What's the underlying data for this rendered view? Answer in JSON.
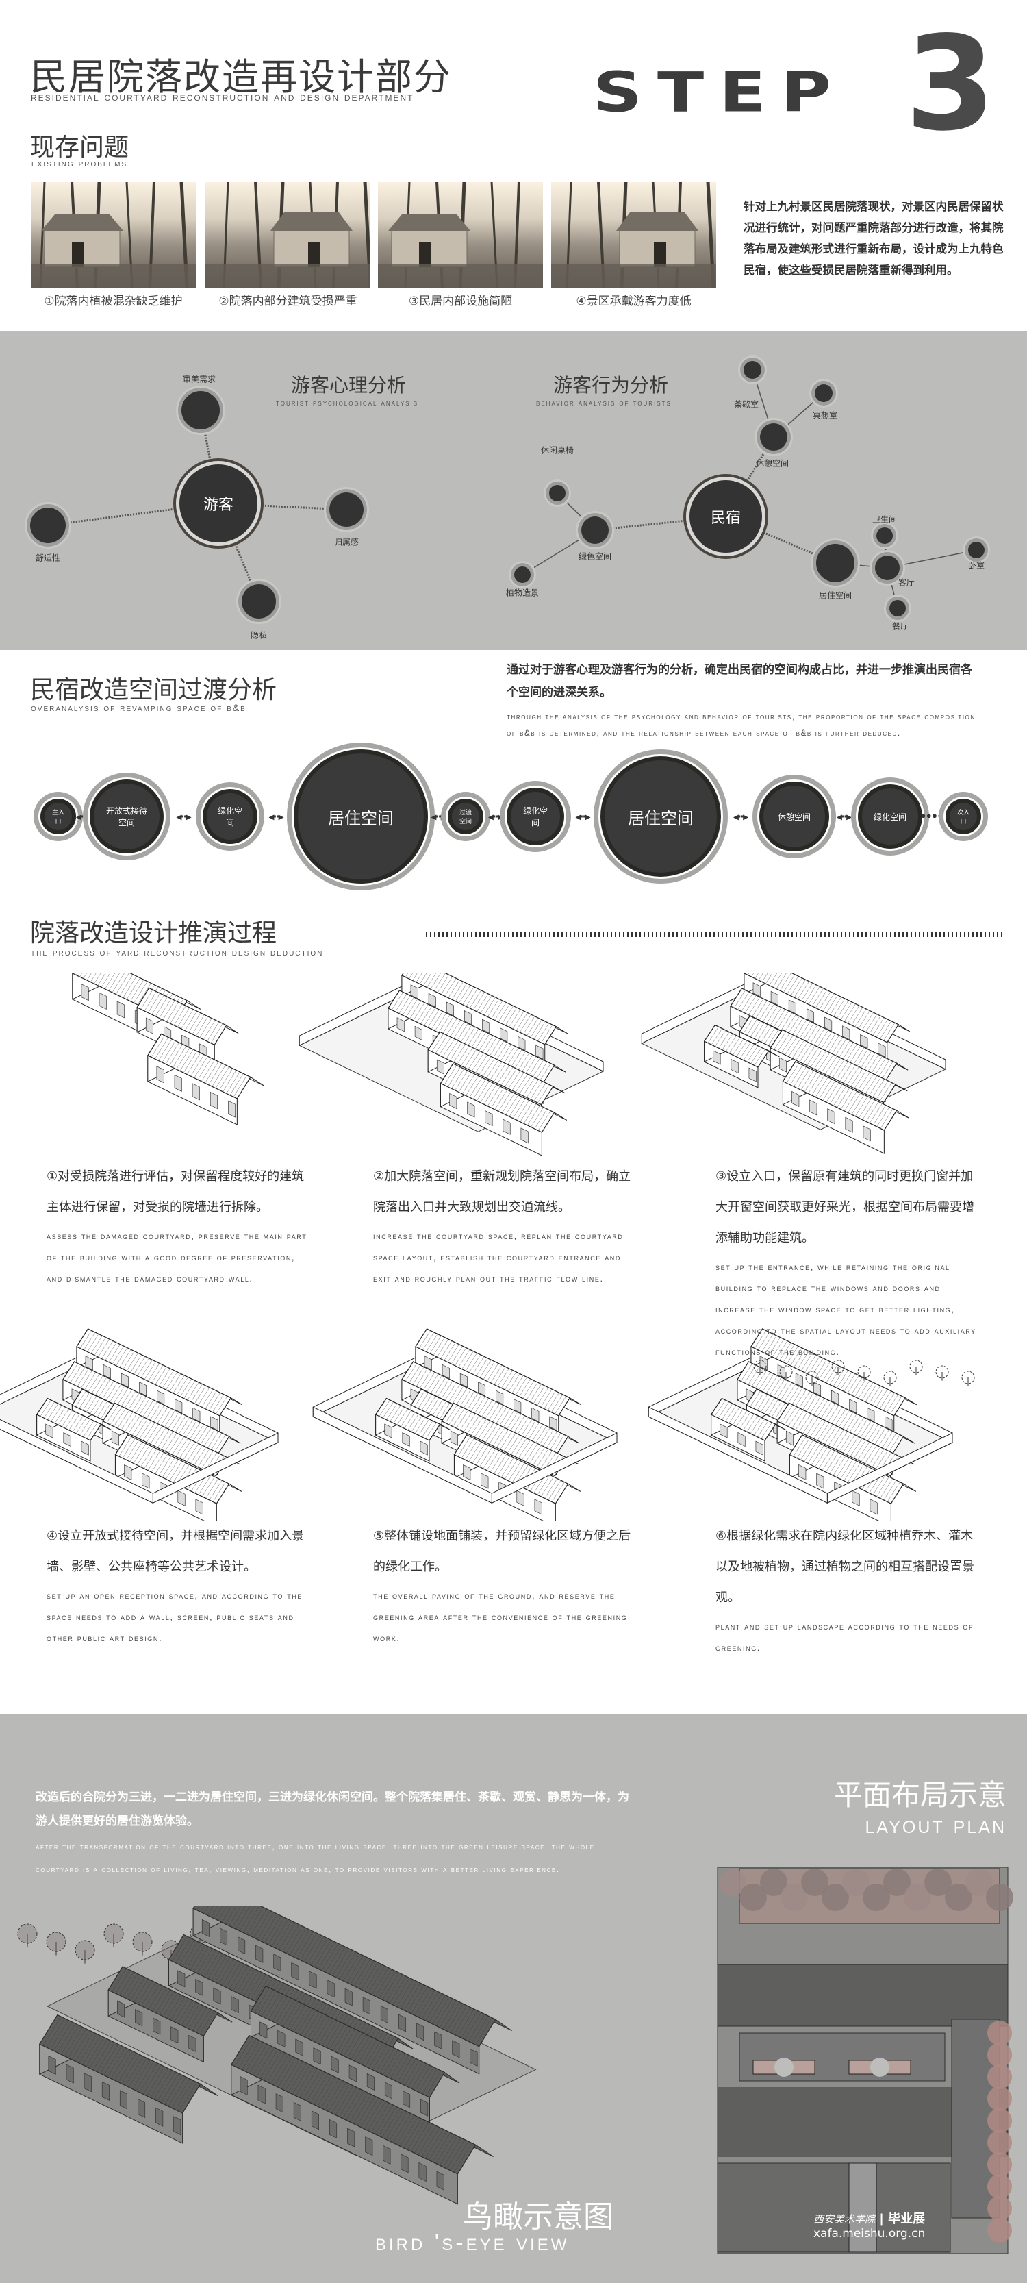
{
  "header": {
    "title": "民居院落改造再设计部分",
    "subtitle": "Residential courtyard reconstruction and design department",
    "step_word": "STEP",
    "step_number": "3"
  },
  "existing": {
    "title": "现存问题",
    "subtitle": "Existing problems",
    "captions": [
      "①院落内植被混杂缺乏维护",
      "②院落内部分建筑受损严重",
      "③民居内部设施简陋",
      "④景区承载游客力度低"
    ],
    "description": "针对上九村景区民居院落现状，对景区内民居保留状况进行统计，对问题严重院落部分进行改造，将其院落布局及建筑形式进行重新布局，设计成为上九特色民宿，使这些受损民居院落重新得到利用。"
  },
  "psychology": {
    "title": "游客心理分析",
    "subtitle": "Tourist psychological analysis",
    "center": "游客",
    "nodes": [
      "审美需求",
      "舒适性",
      "归属感",
      "隐私"
    ]
  },
  "behavior": {
    "title": "游客行为分析",
    "subtitle": "Behavior analysis of tourists",
    "center": "民宿",
    "nodes": [
      "茶歇室",
      "冥想室",
      "休憩空间",
      "休闲桌椅",
      "绿色空间",
      "植物造景",
      "居住空间",
      "卫生间",
      "客厅",
      "卧室",
      "餐厅"
    ]
  },
  "transition": {
    "title": "民宿改造空间过渡分析",
    "subtitle": "Overanalysis of revamping space of B&B",
    "desc_cn": "通过对于游客心理及游客行为的分析，确定出民宿的空间构成占比，并进一步推演出民宿各个空间的进深关系。",
    "desc_en": "Through the analysis of the psychology and behavior of tourists, the proportion of the space composition of B&B is determined, and the relationship between each space of B&B is further deduced.",
    "circles": [
      "主入口",
      "开放式接待空间",
      "绿化空间",
      "居住空间",
      "过渡空间",
      "绿化空间",
      "居住空间",
      "休憩空间",
      "绿化空间",
      "次入口"
    ]
  },
  "process": {
    "title": "院落改造设计推演过程",
    "subtitle": "The process of yard reconstruction design deduction",
    "steps": [
      {
        "cn": "①对受损院落进行评估，对保留程度较好的建筑主体进行保留，对受损的院墙进行拆除。",
        "en": "Assess the damaged courtyard, preserve the main part of the building with a good degree of preservation, and dismantle the damaged courtyard wall."
      },
      {
        "cn": "②加大院落空间，重新规划院落空间布局，确立院落出入口并大致规划出交通流线。",
        "en": "Increase the courtyard space, replan the courtyard space layout, establish the courtyard entrance and exit and roughly plan out the traffic flow line."
      },
      {
        "cn": "③设立入口，保留原有建筑的同时更换门窗并加大开窗空间获取更好采光，根据空间布局需要增添辅助功能建筑。",
        "en": "Set up the entrance, while retaining the original building to replace the windows and doors and increase the window space to get better lighting, according to the spatial layout needs to add auxiliary functions of the building."
      },
      {
        "cn": "④设立开放式接待空间，并根据空间需求加入景墙、影壁、公共座椅等公共艺术设计。",
        "en": "Set up an open reception space, and according to the space needs to add a wall, screen, public seats and other public art design."
      },
      {
        "cn": "⑤整体铺设地面铺装，并预留绿化区域方便之后的绿化工作。",
        "en": "The overall paving of the ground, and reserve the greening area after the convenience of the greening work."
      },
      {
        "cn": "⑥根据绿化需求在院内绿化区域种植乔木、灌木以及地被植物，通过植物之间的相互搭配设置景观。",
        "en": "Plant and set up landscape according to the needs of greening."
      }
    ]
  },
  "result": {
    "desc_cn": "改造后的合院分为三进，一二进为居住空间，三进为绿化休闲空间。整个院落集居住、茶歇、观赏、静思为一体，为游人提供更好的居住游览体验。",
    "desc_en": "After the transformation of the courtyard into three, one into the living space, three into the green leisure space. The whole courtyard is a collection of living, tea, viewing, meditation as one, to provide visitors with a better living experience.",
    "plan_title": "平面布局示意",
    "plan_subtitle": "Layout plan",
    "aerial_title": "鸟瞰示意图",
    "aerial_subtitle": "Bird 's-eye view"
  },
  "watermark": {
    "school": "西安美术学院",
    "label": "毕业展",
    "url": "xafa.meishu.org.cn"
  },
  "colors": {
    "band": "#bcbcbb",
    "node": "#333333",
    "text": "#3a3a3a"
  }
}
